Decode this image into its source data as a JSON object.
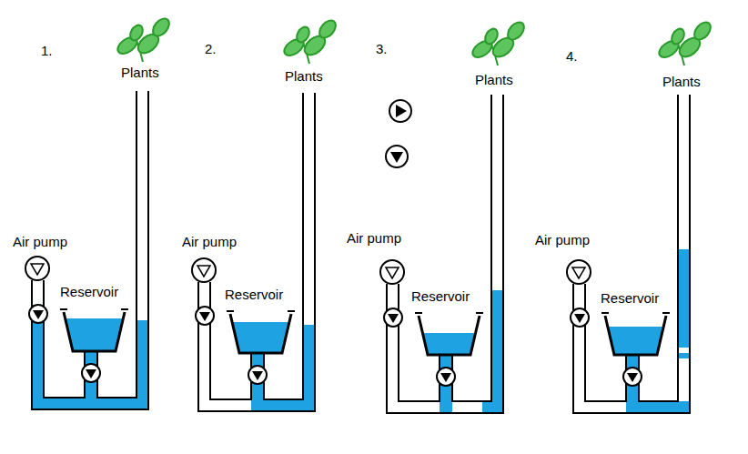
{
  "diagram": {
    "labels": [
      "1.",
      "Plants",
      "Air pump",
      "Reservoir",
      "2.",
      "Plants",
      "Air pump",
      "Reservoir",
      "3.",
      "Plants",
      "Air pump",
      "Reservoir",
      "4.",
      "Plants",
      "Air pump",
      "Reservoir"
    ]
  }
}
